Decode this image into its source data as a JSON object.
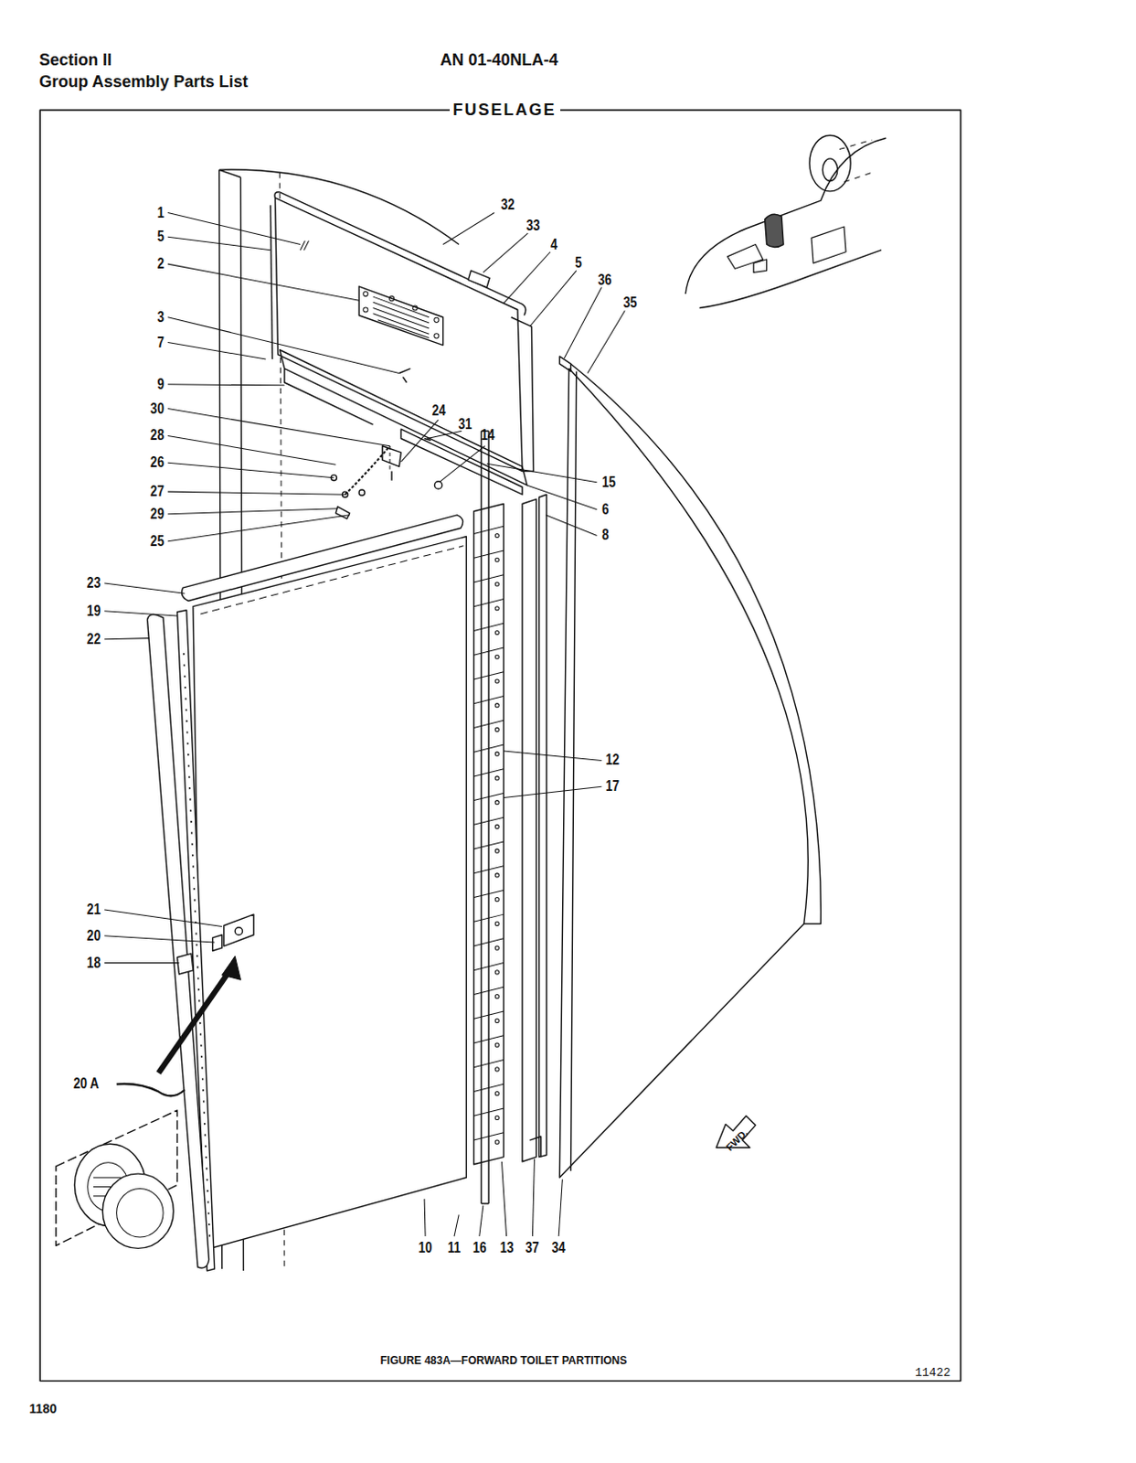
{
  "diagram": {
    "title": "FUSELAGE",
    "caption": "FIGURE 483A—FORWARD TOILET PARTITIONS",
    "labels": [
      "Section II",
      "Group Assembly Parts List",
      "AN 01-40NLA-4",
      "1",
      "5",
      "2",
      "3",
      "7",
      "9",
      "30",
      "28",
      "26",
      "27",
      "29",
      "25",
      "23",
      "19",
      "22",
      "21",
      "20",
      "18",
      "20 A",
      "32",
      "33",
      "4",
      "5",
      "36",
      "35",
      "24",
      "31",
      "14",
      "15",
      "6",
      "8",
      "12",
      "17",
      "10",
      "11",
      "16",
      "13",
      "37",
      "34",
      "FWD.",
      "11422",
      "1180"
    ]
  }
}
